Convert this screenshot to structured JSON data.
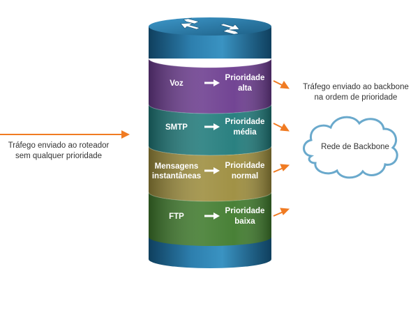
{
  "incoming": {
    "line1": "Tráfego enviado ao roteador",
    "line2": "sem qualquer prioridade"
  },
  "outgoing": {
    "line1": "Tráfego enviado ao backbone",
    "line2": "na ordem de prioridade"
  },
  "cloud": {
    "label": "Rede de Backbone"
  },
  "bands": [
    {
      "traffic": [
        "Voz"
      ],
      "priority": [
        "Prioridade",
        "alta"
      ],
      "color": "#6b3b8e"
    },
    {
      "traffic": [
        "SMTP"
      ],
      "priority": [
        "Prioridade",
        "média"
      ],
      "color": "#1f7a7a"
    },
    {
      "traffic": [
        "Mensagens",
        "instantâneas"
      ],
      "priority": [
        "Prioridade",
        "normal"
      ],
      "color": "#9c8c3c"
    },
    {
      "traffic": [
        "FTP"
      ],
      "priority": [
        "Prioridade",
        "baixa"
      ],
      "color": "#3f7a2c"
    }
  ],
  "colors": {
    "arrow": "#f07b22",
    "router_body": "#1d5f85",
    "router_top": "#2f83b3",
    "cloud_stroke": "#6aa9cc"
  }
}
